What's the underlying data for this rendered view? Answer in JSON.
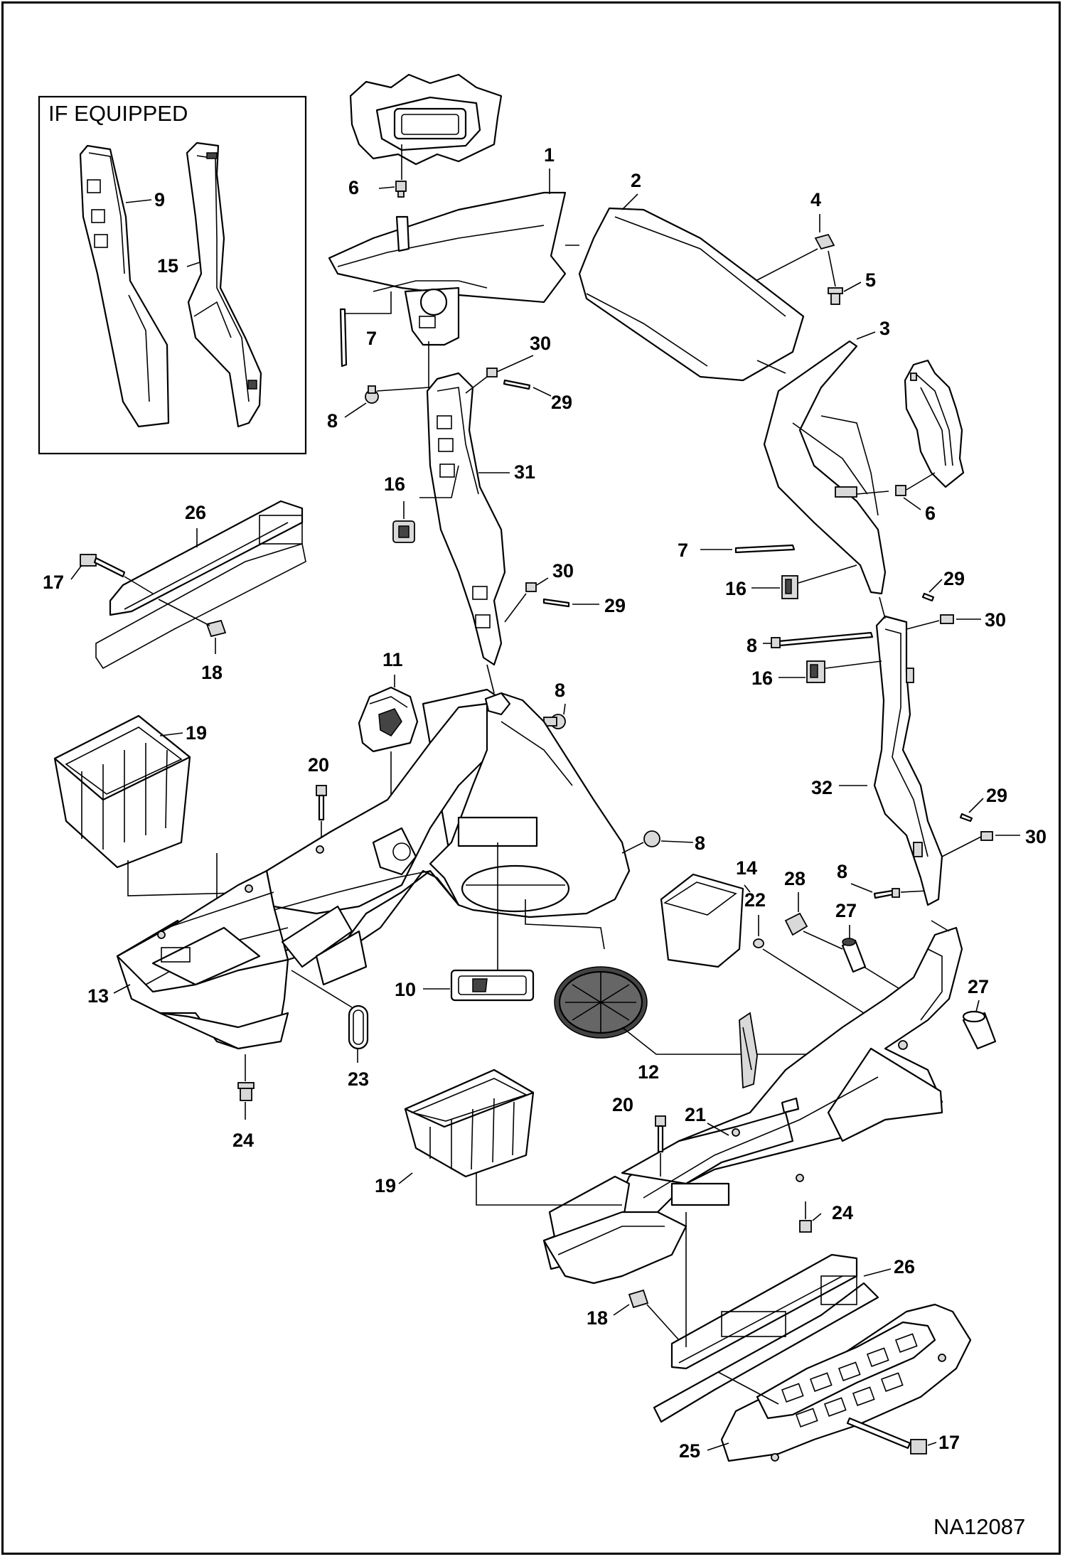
{
  "inset": {
    "title": "IF EQUIPPED"
  },
  "reference": "NA12087",
  "callouts": {
    "c1": "1",
    "c2": "2",
    "c3": "3",
    "c4": "4",
    "c5": "5",
    "c6a": "6",
    "c6b": "6",
    "c7a": "7",
    "c7b": "7",
    "c8a": "8",
    "c8b": "8",
    "c8c": "8",
    "c8d": "8",
    "c8e": "8",
    "c9": "9",
    "c10": "10",
    "c11": "11",
    "c12": "12",
    "c13": "13",
    "c14": "14",
    "c15": "15",
    "c16a": "16",
    "c16b": "16",
    "c16c": "16",
    "c17a": "17",
    "c17b": "17",
    "c18a": "18",
    "c18b": "18",
    "c19a": "19",
    "c19b": "19",
    "c20a": "20",
    "c20b": "20",
    "c21": "21",
    "c22": "22",
    "c23": "23",
    "c24a": "24",
    "c24b": "24",
    "c25": "25",
    "c26a": "26",
    "c26b": "26",
    "c27a": "27",
    "c27b": "27",
    "c28": "28",
    "c29a": "29",
    "c29b": "29",
    "c29c": "29",
    "c29d": "29",
    "c30a": "30",
    "c30b": "30",
    "c30c": "30",
    "c30d": "30",
    "c31": "31",
    "c32": "32"
  }
}
